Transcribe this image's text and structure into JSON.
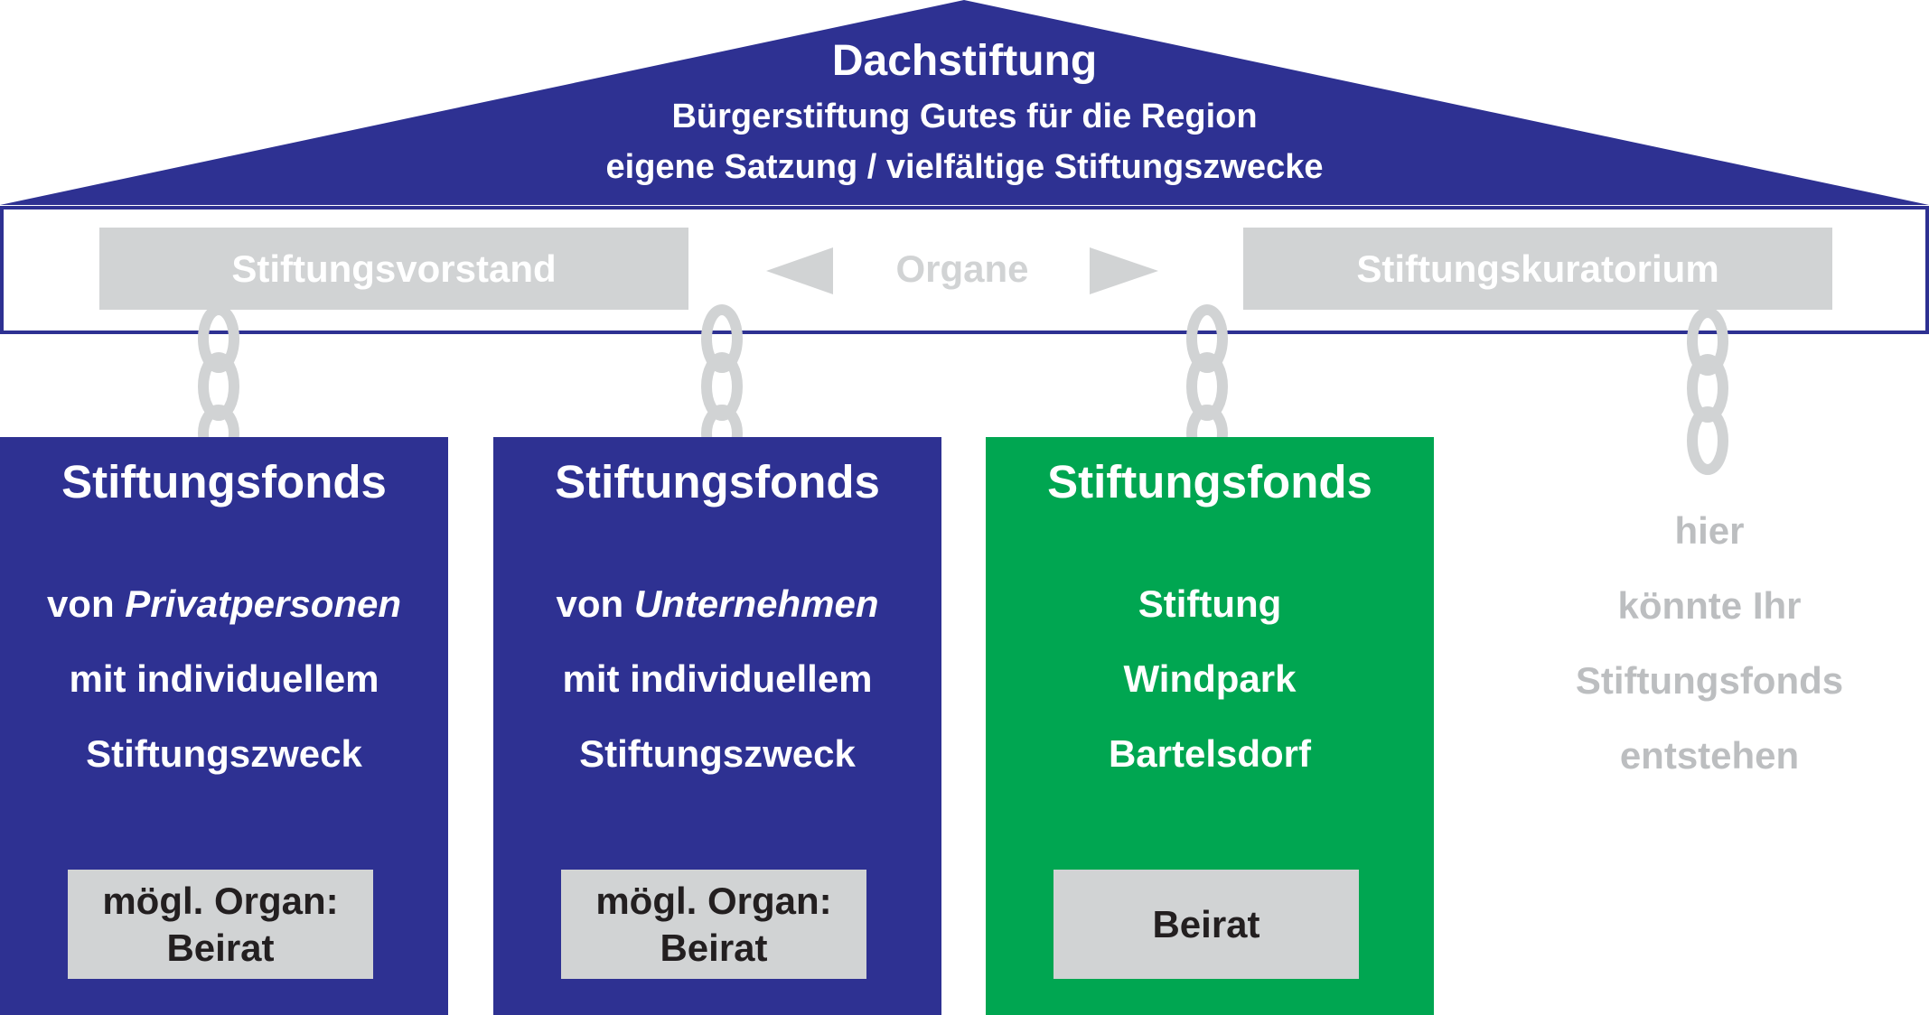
{
  "roof": {
    "title": "Dachstiftung",
    "line1": "Bürgerstiftung Gutes für die Region",
    "line2": "eigene Satzung / vielfältige Stiftungszwecke",
    "color": "#2e3192"
  },
  "organs": {
    "left": "Stiftungsvorstand",
    "center": "Organe",
    "right": "Stiftungskuratorium"
  },
  "funds": [
    {
      "title": "Stiftungsfonds",
      "line1_prefix": "von ",
      "line1_italic": "Privatpersonen",
      "line2": "mit individuellem",
      "line3": "Stiftungszweck",
      "organ_line1": "mögl. Organ:",
      "organ_line2": "Beirat",
      "color": "#2e3192"
    },
    {
      "title": "Stiftungsfonds",
      "line1_prefix": "von ",
      "line1_italic": "Unternehmen",
      "line2": "mit individuellem",
      "line3": "Stiftungszweck",
      "organ_line1": "mögl. Organ:",
      "organ_line2": "Beirat",
      "color": "#2e3192"
    },
    {
      "title": "Stiftungsfonds",
      "line1": "Stiftung",
      "line2": "Windpark",
      "line3": "Bartelsdorf",
      "organ": "Beirat",
      "color": "#00a651"
    }
  ],
  "placeholder": {
    "lines": [
      "hier",
      "könnte Ihr",
      "Stiftungsfonds",
      "entstehen"
    ],
    "color": "#bcbec0"
  }
}
